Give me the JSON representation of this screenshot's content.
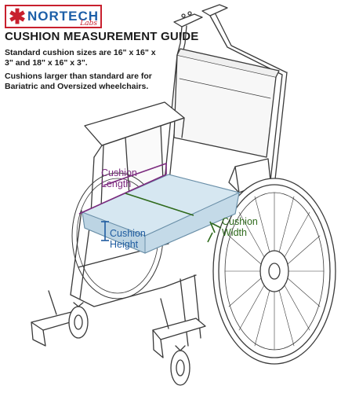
{
  "logo": {
    "brand": "NORTECH",
    "sub": "Labs",
    "accent_color": "#c8202e",
    "brand_color": "#1c5fa8"
  },
  "title": "CUSHION MEASUREMENT GUIDE",
  "notes": [
    "Standard cushion sizes are 16\" x 16\" x 3\" and 18\" x 16\" x 3\".",
    "Cushions larger than standard are for Bariatric and Oversized wheelchairs."
  ],
  "labels": {
    "length": [
      "Cushion",
      "Length"
    ],
    "height": [
      "Cushion",
      "Height"
    ],
    "width": [
      "Cushion",
      "Width"
    ]
  },
  "colors": {
    "length": "#7b2a7e",
    "height": "#1f5ca0",
    "width": "#2f6a1c",
    "cushion_fill": "#cfe1ec"
  }
}
